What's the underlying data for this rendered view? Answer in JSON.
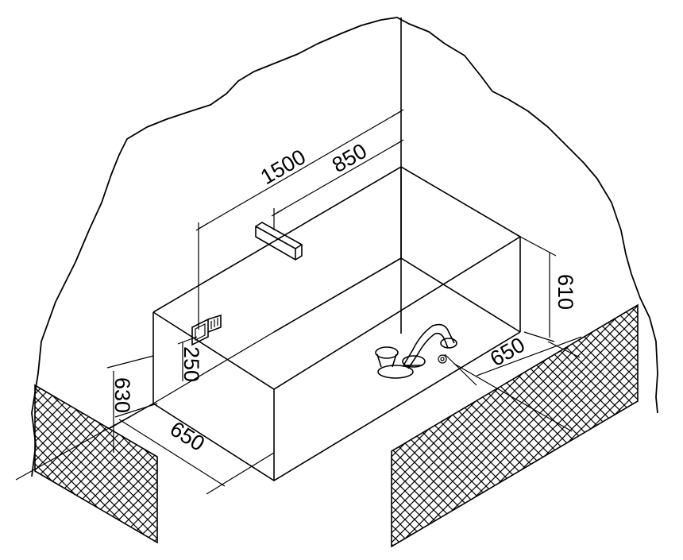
{
  "dimensions": {
    "overall_length": "1500",
    "spout_offset": "850",
    "rim_height_right": "610",
    "depth_right": "650",
    "control_height": "250",
    "front_height": "630",
    "depth_left": "650"
  },
  "panels": {
    "left_panel_icon": "crosshatch-panel-icon",
    "right_panel_icon": "crosshatch-panel-icon"
  },
  "colors": {
    "line": "#000000",
    "background": "#ffffff"
  }
}
